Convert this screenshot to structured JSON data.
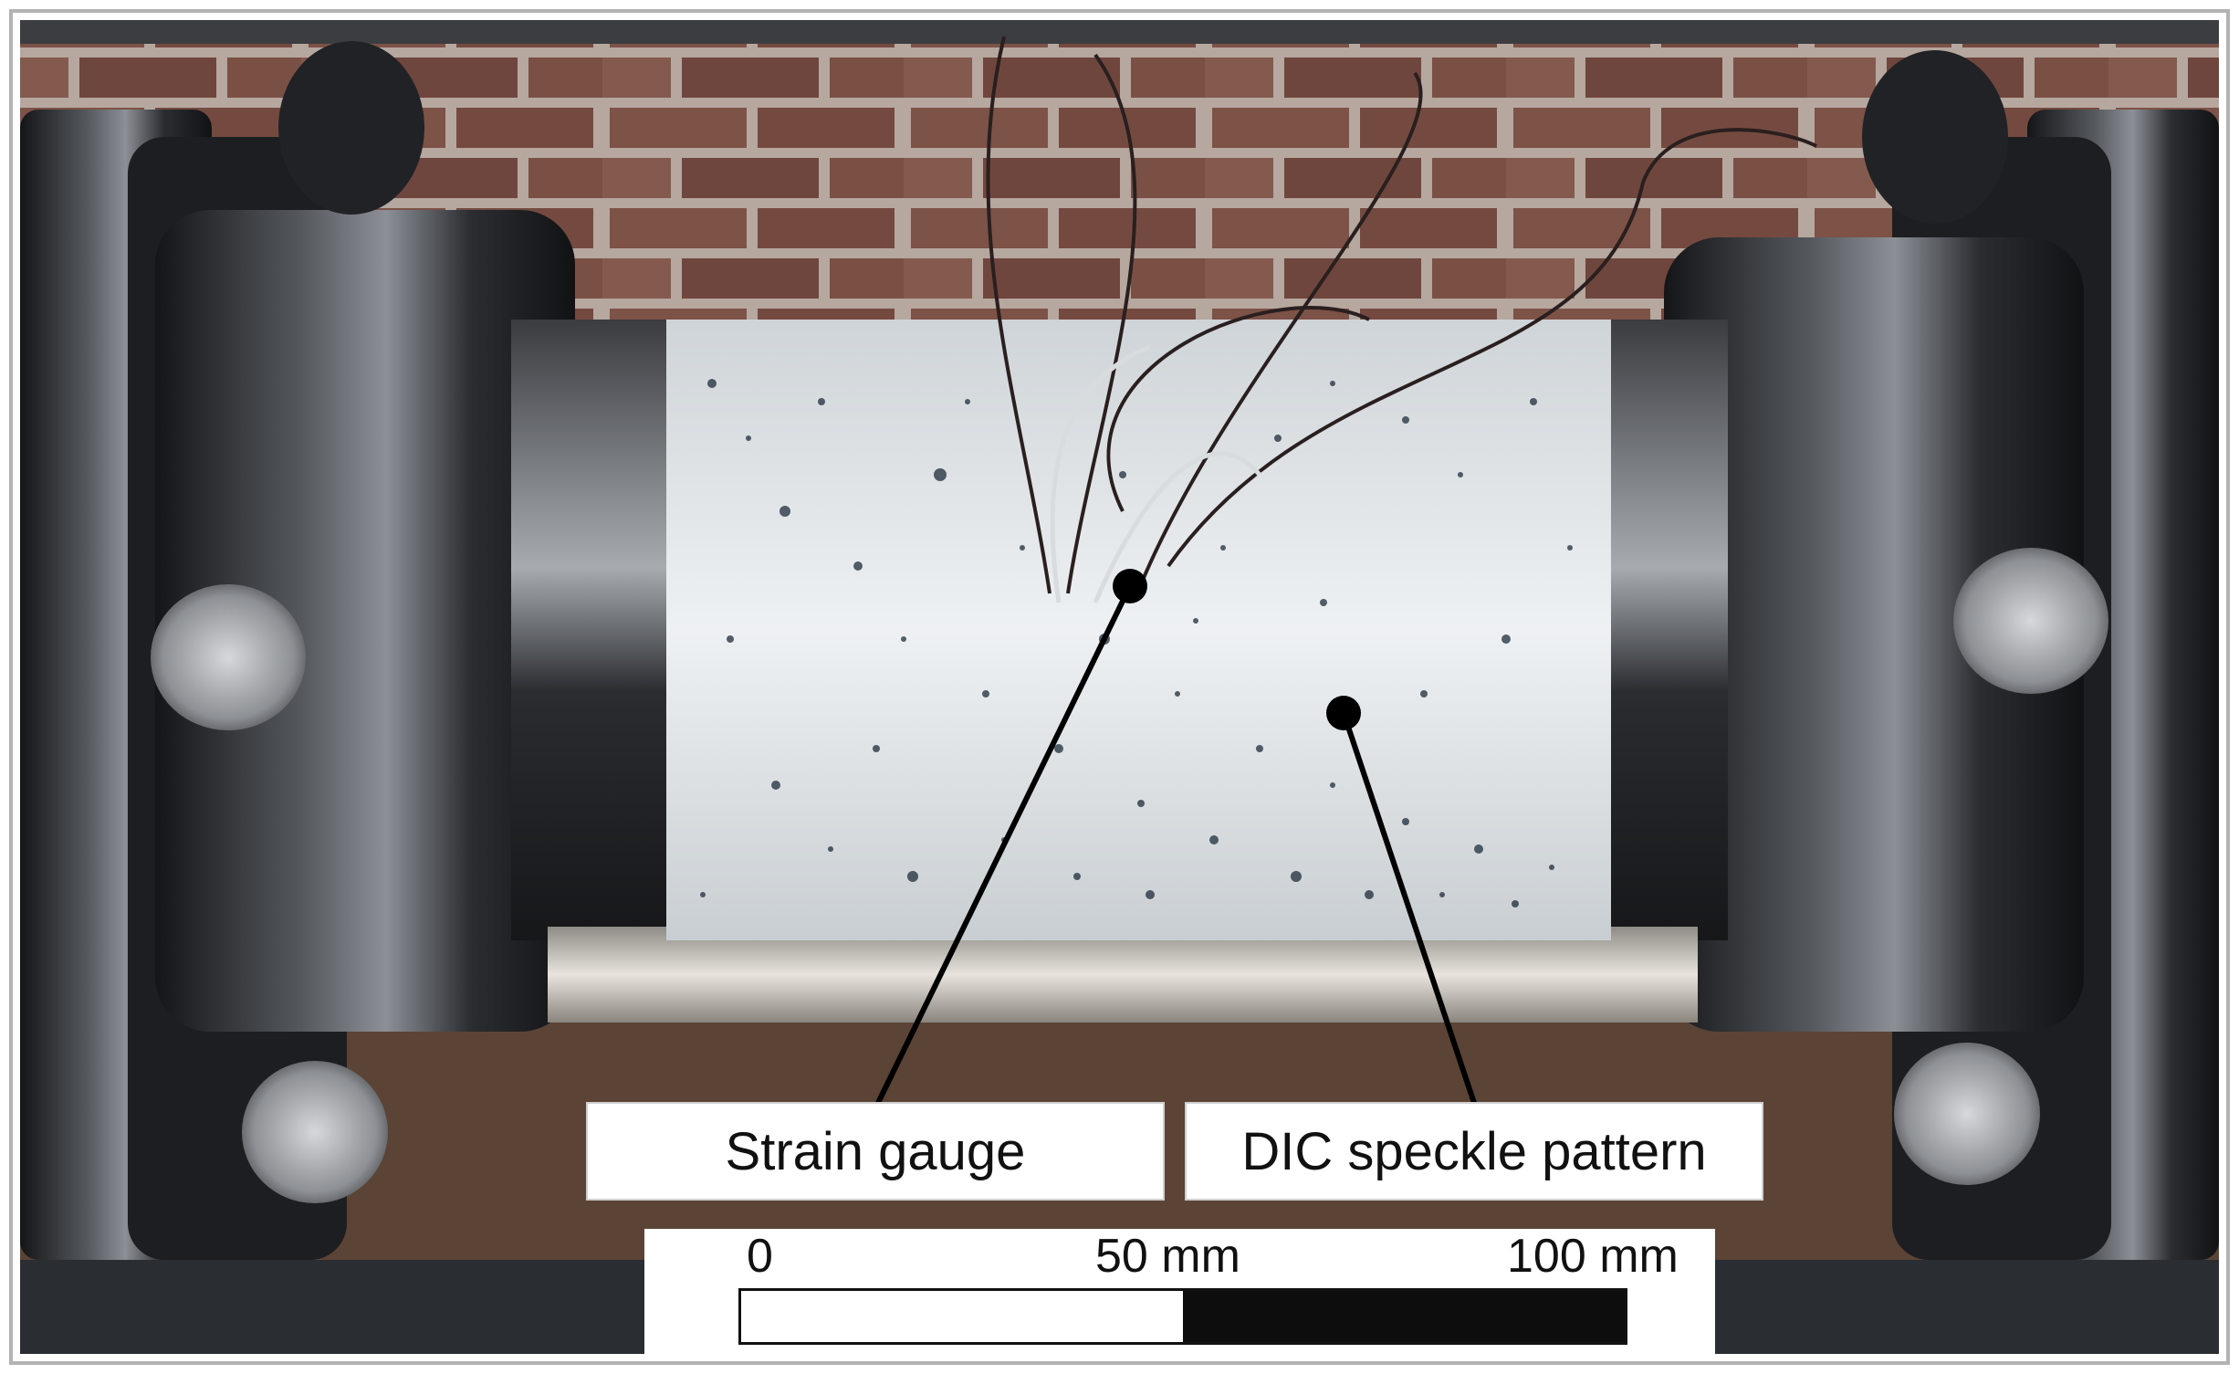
{
  "labels": {
    "strain_gauge": "Strain gauge",
    "dic_speckle": "DIC speckle pattern"
  },
  "scale_bar": {
    "tick_0": "0",
    "tick_50": "50 mm",
    "tick_100": "100 mm"
  },
  "colors": {
    "brick": "#7a4f45",
    "mortar": "#b9aaa2",
    "steel_dark": "#1c1d20",
    "steel_mid": "#5d6064",
    "specimen": "#dfe3e6",
    "speckle": "#1e2c3a"
  }
}
